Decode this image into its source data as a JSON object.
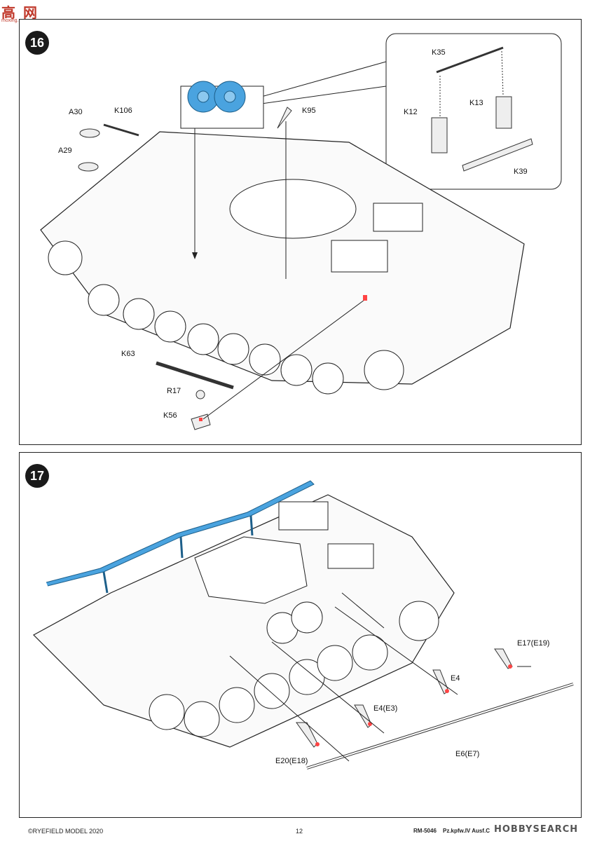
{
  "watermark": {
    "logo_text": "高 网",
    "url_text": "moxing.net"
  },
  "step16": {
    "number": "16",
    "labels": {
      "a30": "A30",
      "k106": "K106",
      "a29": "A29",
      "k95": "K95",
      "k35": "K35",
      "k12": "K12",
      "k13": "K13",
      "k39": "K39",
      "k63": "K63",
      "r17": "R17",
      "k56": "K56"
    }
  },
  "step17": {
    "number": "17",
    "labels": {
      "e17": "E17(E19)",
      "e4": "E4",
      "e4e3": "E4(E3)",
      "e6": "E6(E7)",
      "e20": "E20(E18)"
    }
  },
  "footer": {
    "copyright": "©RYEFIELD MODEL 2020",
    "page_number": "12",
    "product_code": "RM-5046",
    "product_title": "Pz.kpfw.IV Ausf.C",
    "brand": "HOBBYSEARCH"
  },
  "colors": {
    "highlight": "#4aa3df",
    "callout": "#ff4444"
  }
}
